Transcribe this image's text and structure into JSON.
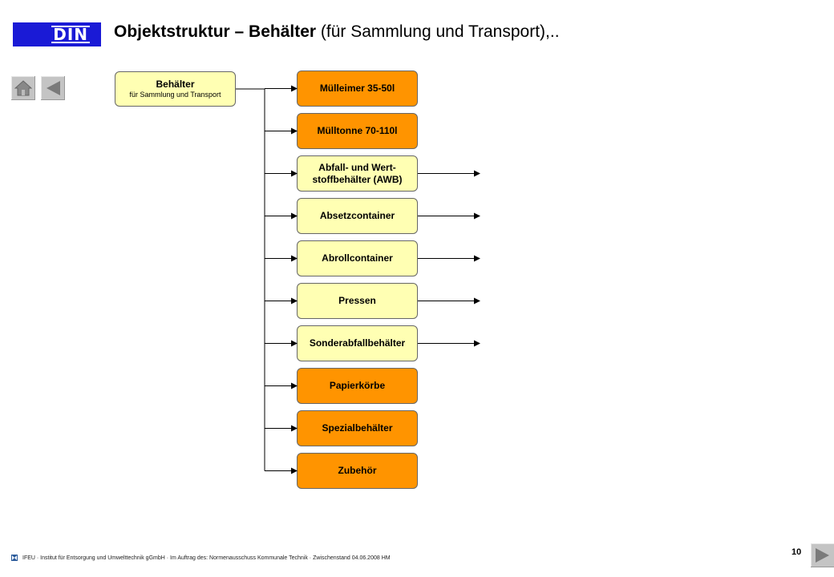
{
  "logo": {
    "text": "DIN"
  },
  "header": {
    "title_bold": "Objektstruktur – Behälter",
    "title_normal": " (für Sammlung und Transport),.."
  },
  "nav": {
    "home_icon": "home-icon",
    "back_icon": "triangle-left-icon",
    "next_icon": "triangle-right-icon"
  },
  "diagram": {
    "root": {
      "title": "Behälter",
      "subtitle": "für Sammlung und Transport",
      "color": "#ffffb3"
    },
    "children": [
      {
        "label": "Mülleimer 35-50l",
        "color": "#ff9400",
        "has_arrow": false
      },
      {
        "label": "Mülltonne 70-110l",
        "color": "#ff9400",
        "has_arrow": false
      },
      {
        "label": "Abfall- und Wert-\nstoffbehälter  (AWB)",
        "color": "#ffffb3",
        "has_arrow": true
      },
      {
        "label": "Absetzcontainer",
        "color": "#ffffb3",
        "has_arrow": true
      },
      {
        "label": "Abrollcontainer",
        "color": "#ffffb3",
        "has_arrow": true
      },
      {
        "label": "Pressen",
        "color": "#ffffb3",
        "has_arrow": true
      },
      {
        "label": "Sonderabfallbehälter",
        "color": "#ffffb3",
        "has_arrow": true
      },
      {
        "label": "Papierkörbe",
        "color": "#ff9400",
        "has_arrow": false
      },
      {
        "label": "Spezialbehälter",
        "color": "#ff9400",
        "has_arrow": false
      },
      {
        "label": "Zubehör",
        "color": "#ff9400",
        "has_arrow": false
      }
    ]
  },
  "footer": {
    "text": "IFEU · Institut für Entsorgung und Umwelttechnik gGmbH · Im Auftrag des: Normenausschuss  Kommunale Technik · Zwischenstand  04.06.2008  HM",
    "page_number": "10"
  }
}
